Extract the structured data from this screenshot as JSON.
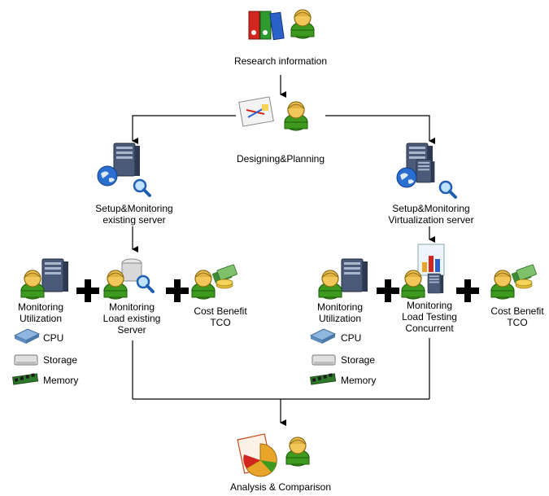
{
  "nodes": {
    "research": "Research information",
    "design": "Designing&Planning",
    "setup_existing": [
      "Setup&Monitoring",
      "existing server"
    ],
    "setup_virtual": [
      "Setup&Monitoring",
      "Virtualization server"
    ],
    "analysis": "Analysis & Comparison"
  },
  "left_branch": {
    "monitoring": [
      "Monitoring",
      "Utilization"
    ],
    "load": [
      "Monitoring",
      "Load existing",
      "Server"
    ],
    "cost": [
      "Cost Benefit",
      "TCO"
    ],
    "resources": [
      "CPU",
      "Storage",
      "Memory"
    ]
  },
  "right_branch": {
    "monitoring": [
      "Monitoring",
      "Utilization"
    ],
    "load": [
      "Monitoring",
      "Load Testing",
      "Concurrent"
    ],
    "cost": [
      "Cost Benefit",
      "TCO"
    ],
    "resources": [
      "CPU",
      "Storage",
      "Memory"
    ]
  },
  "plus_symbol": "+",
  "colors": {
    "user_body": "#3d9a1e",
    "user_face": "#f2c75a",
    "server": "#4a5a78",
    "globe": "#2a6fd0",
    "binder_red": "#d3261e",
    "binder_green": "#2f9a2f",
    "binder_blue": "#2a62c9",
    "money": "#3f8a3a",
    "pie_chart": "#e8a52a"
  }
}
